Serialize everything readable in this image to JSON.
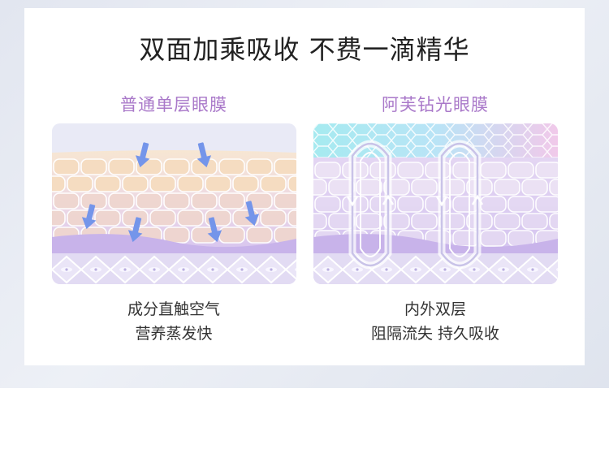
{
  "headline": "双面加乘吸收 不费一滴精华",
  "left": {
    "title": "普通单层眼膜",
    "caption_line1": "成分直触空气",
    "caption_line2": "营养蒸发快"
  },
  "right": {
    "title": "阿芙钻光眼膜",
    "caption_line1": "内外双层",
    "caption_line2": "阻隔流失 持久吸收"
  },
  "colors": {
    "title_purple": "#a978c9",
    "arrow_blue": "#6f8fe6",
    "cell_peach": "#f6dcc4",
    "cell_violet": "#e7dcf4",
    "membrane_purple": "#b9a0e0",
    "base_lavender": "#d8d0ef",
    "cyan_layer": "#9fe6ee"
  },
  "icons": [
    "down-arrow-icon",
    "circulation-loop-icon",
    "hexagon-net-icon"
  ]
}
